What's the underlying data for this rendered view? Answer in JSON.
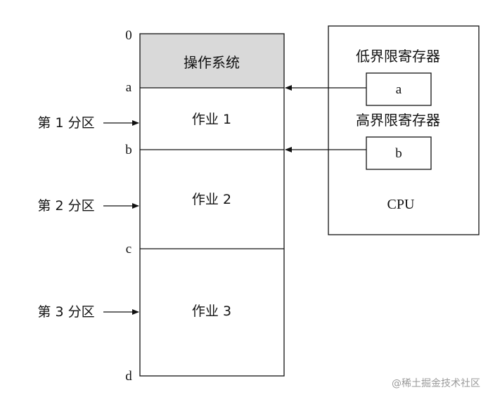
{
  "memory": {
    "os_label": "操作系统",
    "boundaries": {
      "zero": "0",
      "a": "a",
      "b": "b",
      "c": "c",
      "d": "d"
    },
    "jobs": [
      {
        "label": "作业 1"
      },
      {
        "label": "作业 2"
      },
      {
        "label": "作业 3"
      }
    ],
    "partitions": [
      {
        "label": "第 1 分区"
      },
      {
        "label": "第 2 分区"
      },
      {
        "label": "第 3 分区"
      }
    ],
    "os_fill_color": "#d9d9d9"
  },
  "cpu": {
    "label": "CPU",
    "lower_register_label": "低界限寄存器",
    "lower_register_value": "a",
    "upper_register_label": "高界限寄存器",
    "upper_register_value": "b"
  },
  "watermark": "@稀土掘金技术社区"
}
